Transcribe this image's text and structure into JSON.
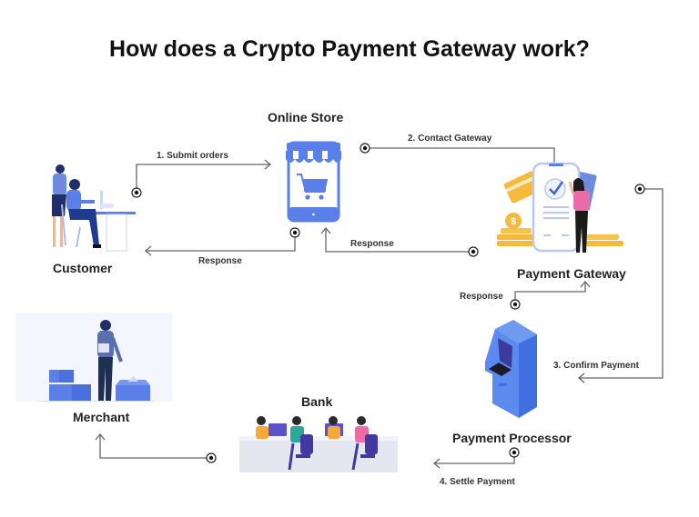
{
  "title": "How does a Crypto Payment Gateway work?",
  "nodes": {
    "online_store": "Online Store",
    "customer": "Customer",
    "payment_gateway": "Payment Gateway",
    "merchant": "Merchant",
    "bank": "Bank",
    "payment_processor": "Payment Processor"
  },
  "edges": {
    "submit_orders": "1.  Submit orders",
    "contact_gateway": "2.  Contact  Gateway",
    "confirm_payment": "3. Confirm Payment",
    "settle_payment": "4.  Settle Payment",
    "response_store_to_customer": "Response",
    "response_gateway_to_store": "Response",
    "response_processor_to_gateway": "Response"
  },
  "colors": {
    "primary_blue": "#5B7FE8",
    "dark_navy": "#1F2F6B",
    "orange": "#F6B93B",
    "pink": "#E96CA8",
    "line_gray": "#666666"
  }
}
